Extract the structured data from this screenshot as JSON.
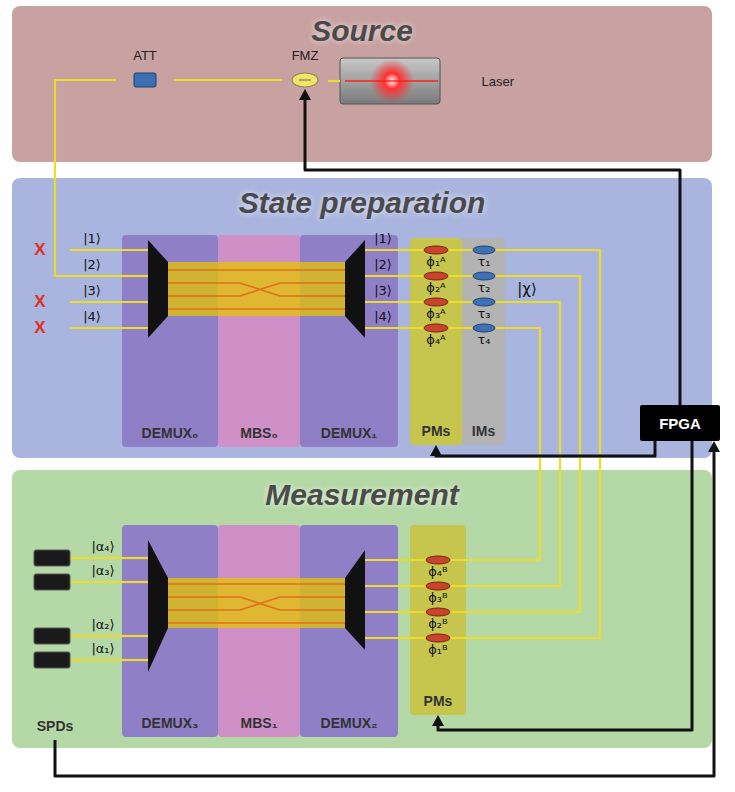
{
  "diagram": {
    "nodes": [
      {
        "text": [
          "Source"
        ]
      },
      {
        "text": [
          "ATT"
        ],
        "in": 0
      },
      {
        "text": [
          "FMZ"
        ],
        "in": 0
      },
      {
        "text": [
          "Laser"
        ],
        "in": 0
      },
      {
        "text": [
          "State preparation"
        ]
      },
      {
        "text": [
          "DEMUX₀"
        ],
        "in": 4
      },
      {
        "text": [
          "MBS₀"
        ],
        "in": 4
      },
      {
        "text": [
          "DEMUX₁"
        ],
        "in": 4
      },
      {
        "text": [
          "PMs"
        ],
        "in": 4
      },
      {
        "text": [
          "IMs"
        ],
        "in": 4
      },
      {
        "text": [
          "Measurement"
        ]
      },
      {
        "text": [
          "DEMUX₃"
        ],
        "in": 10
      },
      {
        "text": [
          "MBS₁"
        ],
        "in": 10
      },
      {
        "text": [
          "DEMUX₂"
        ],
        "in": 10
      },
      {
        "text": [
          "PMs"
        ],
        "in": 10
      },
      {
        "text": [
          "SPDs"
        ],
        "in": 10
      },
      {
        "text": [
          "FPGA"
        ]
      }
    ],
    "edges": [
      {
        "from": 3,
        "to": 2,
        "arrow": "none"
      },
      {
        "from": 2,
        "to": 1,
        "arrow": "none"
      },
      {
        "from": 1,
        "to": 5,
        "arrow": "none"
      },
      {
        "from": 7,
        "to": 8,
        "arrow": "none"
      },
      {
        "from": 9,
        "to": 14,
        "arrow": "none"
      },
      {
        "from": 14,
        "to": 13,
        "arrow": "none"
      },
      {
        "from": 11,
        "to": 15,
        "arrow": "none"
      },
      {
        "from": 16,
        "to": 2,
        "arrow": "to"
      },
      {
        "from": 16,
        "to": 8,
        "arrow": "to"
      },
      {
        "from": 16,
        "to": 14,
        "arrow": "to"
      },
      {
        "from": 15,
        "to": 16,
        "arrow": "to"
      }
    ],
    "labels": [
      "|1⟩",
      "|2⟩",
      "|3⟩",
      "|4⟩",
      "X",
      "X",
      "X",
      "|1⟩",
      "|2⟩",
      "|3⟩",
      "|4⟩",
      "ϕ₁ᴬ",
      "ϕ₂ᴬ",
      "ϕ₃ᴬ",
      "ϕ₄ᴬ",
      "τ₁",
      "τ₂",
      "τ₃",
      "τ₄",
      "|χ⟩",
      "|α₄⟩",
      "|α₃⟩",
      "|α₂⟩",
      "|α₁⟩",
      "ϕ₄ᴮ",
      "ϕ₃ᴮ",
      "ϕ₂ᴮ",
      "ϕ₁ᴮ"
    ]
  }
}
